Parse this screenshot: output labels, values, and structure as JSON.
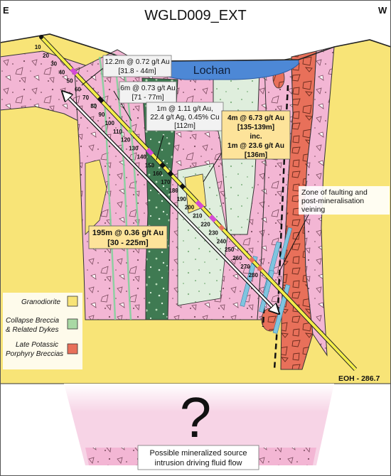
{
  "title": "WGLD009_EXT",
  "corner_left": "E",
  "corner_right": "W",
  "lake": "Lochan",
  "depths": [
    "10",
    "20",
    "30",
    "40",
    "50",
    "60",
    "70",
    "80",
    "90",
    "100",
    "110",
    "120",
    "130",
    "140",
    "150",
    "160",
    "170",
    "180",
    "190",
    "200",
    "210",
    "220",
    "230",
    "240",
    "250",
    "260",
    "270",
    "280"
  ],
  "intercepts": [
    {
      "lines": [
        "12.2m @ 0.72 g/t Au",
        "[31.8 - 44m]"
      ]
    },
    {
      "lines": [
        "6m @ 0.73 g/t Au",
        "[71 - 77m]"
      ]
    },
    {
      "lines": [
        "1m @ 1.11 g/t Au,",
        "22.4 g/t Ag, 0.45% Cu",
        "[112m]"
      ]
    },
    {
      "lines": [
        "4m @ 6.73 g/t Au",
        "[135-139m]",
        "inc.",
        "1m @ 23.6 g/t Au",
        "[136m]"
      ]
    },
    {
      "lines": [
        "195m @ 0.36 g/t Au",
        "[30 - 225m]"
      ]
    }
  ],
  "zone_note": [
    "Zone of faulting and",
    "post-mineralisation",
    "veining"
  ],
  "eoh": "EOH - 286.7",
  "question": "?",
  "source_note": [
    "Possible mineralized source",
    "intrusion driving fluid flow"
  ],
  "legend": [
    {
      "lines": [
        "Granodiorite"
      ],
      "color": "#f8e477"
    },
    {
      "lines": [
        "Collapse Breccia",
        "& Related Dykes"
      ],
      "color": "#a9d9a4"
    },
    {
      "lines": [
        "Late Potassic",
        "Porphyry Breccias"
      ],
      "color": "#e8705a"
    }
  ],
  "colors": {
    "granodiorite": "#f8e477",
    "pink_dyke": "#f3b6d4",
    "collapse_breccia": "#a9d9a4",
    "potassic": "#e8705a",
    "lochan": "#4d88d6",
    "label_box": "#fde39a"
  }
}
